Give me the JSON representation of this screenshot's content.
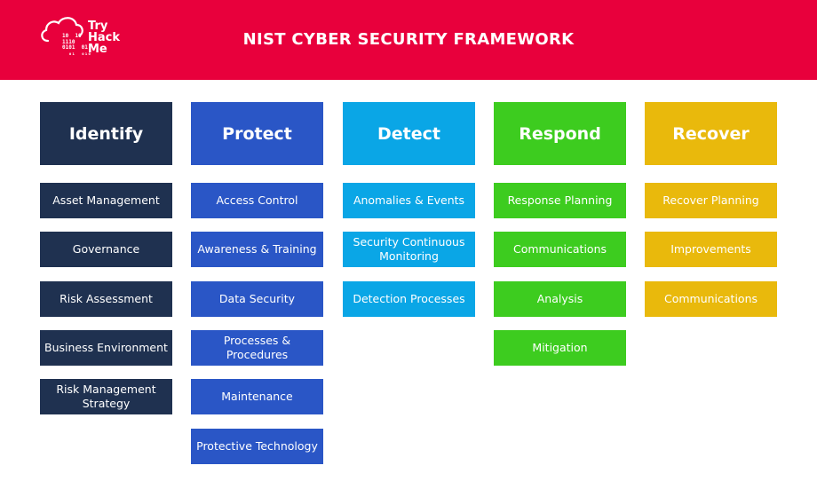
{
  "header": {
    "title": "NIST CYBER SECURITY FRAMEWORK",
    "logo": {
      "word_lines": [
        "Try",
        "Hack",
        "Me"
      ],
      "bits": "10  10\n1110\n0101  01\n  ₀₁  ₀₁₀"
    }
  },
  "columns": [
    {
      "title": "Identify",
      "color": "#1f3150",
      "items": [
        "Asset Management",
        "Governance",
        "Risk Assessment",
        "Business Environment",
        "Risk Management Strategy"
      ]
    },
    {
      "title": "Protect",
      "color": "#2a56c6",
      "items": [
        "Access Control",
        "Awareness & Training",
        "Data Security",
        "Processes & Procedures",
        "Maintenance",
        "Protective Technology"
      ]
    },
    {
      "title": "Detect",
      "color": "#0aa6e6",
      "items": [
        "Anomalies & Events",
        "Security Continuous Monitoring",
        "Detection Processes"
      ]
    },
    {
      "title": "Respond",
      "color": "#3dcc1f",
      "items": [
        "Response Planning",
        "Communications",
        "Analysis",
        "Mitigation"
      ]
    },
    {
      "title": "Recover",
      "color": "#e9b90c",
      "items": [
        "Recover Planning",
        "Improvements",
        "Communications"
      ]
    }
  ]
}
